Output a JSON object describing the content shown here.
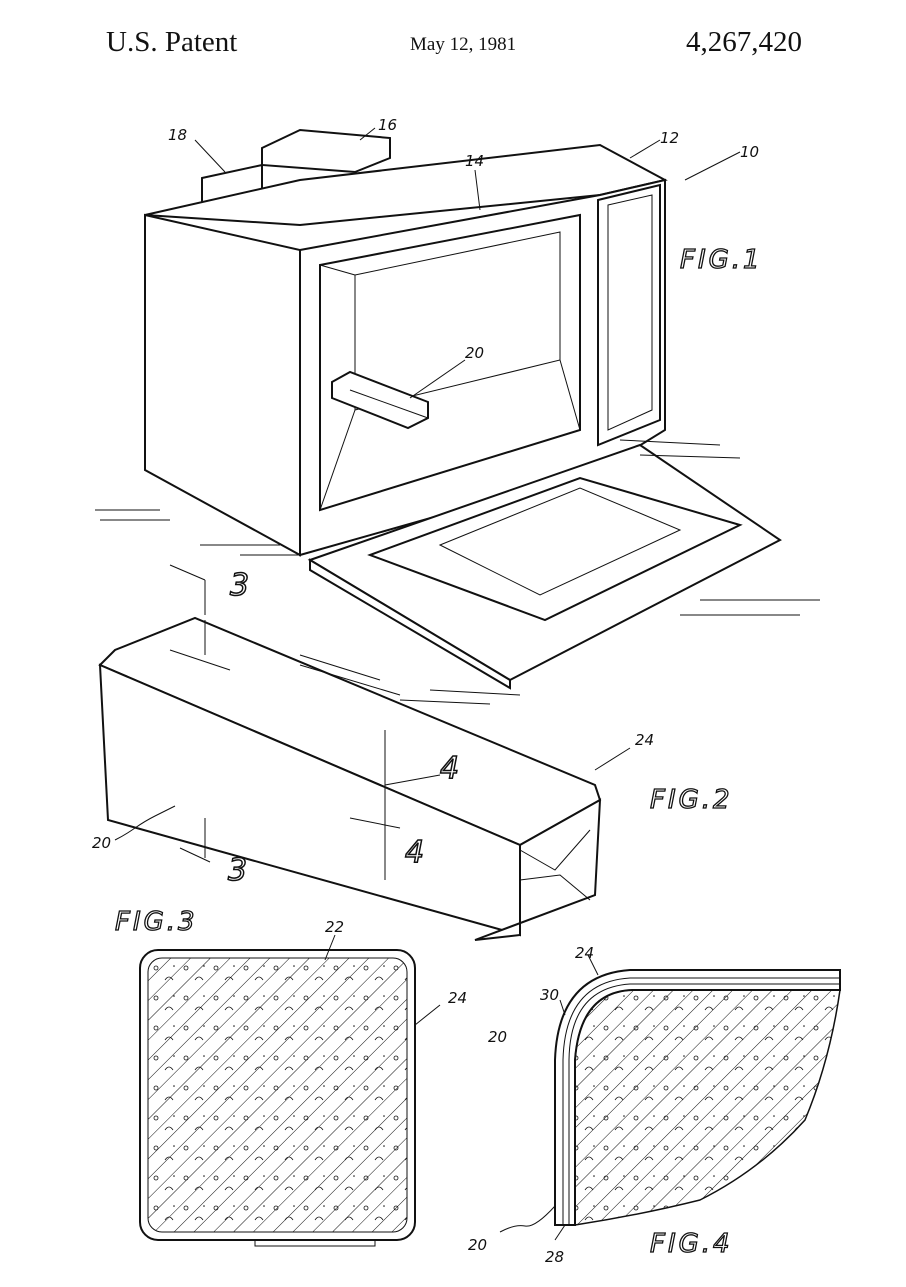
{
  "header": {
    "left": "U.S. Patent",
    "date": "May 12, 1981",
    "patent_number": "4,267,420"
  },
  "figures": {
    "fig1": {
      "title": "FIG.1",
      "labels": {
        "oven": "10",
        "housing": "12",
        "cavity": "14",
        "control_unit": "16",
        "unit_18": "18",
        "food_bar": "20"
      }
    },
    "fig2": {
      "title": "FIG.2",
      "labels": {
        "wrapper": "24",
        "bar": "20",
        "section_3a": "3",
        "section_3b": "3",
        "section_4a": "4",
        "section_4b": "4"
      }
    },
    "fig3": {
      "title": "FIG.3",
      "labels": {
        "core": "22",
        "wrapper": "24",
        "bar": "20"
      }
    },
    "fig4": {
      "title": "FIG.4",
      "labels": {
        "wrapper": "24",
        "layer": "30",
        "bar": "20",
        "inner_layer": "28"
      }
    }
  }
}
